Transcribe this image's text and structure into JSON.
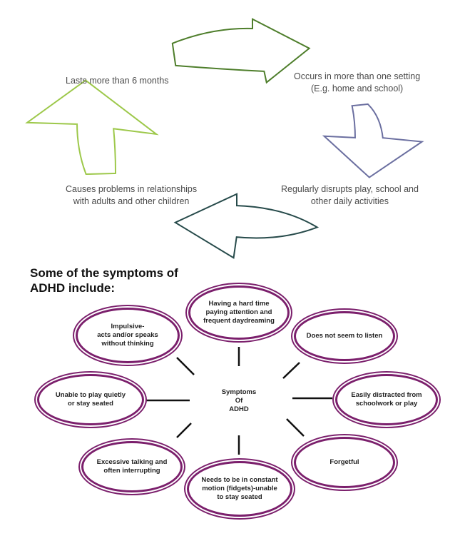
{
  "cycle": {
    "top_left": [
      "Lasts more than 6 months"
    ],
    "top_right": [
      "Occurs in more than one setting",
      "(E.g. home and school)"
    ],
    "bottom_right": [
      "Regularly disrupts play, school and",
      "other daily activities"
    ],
    "bottom_left": [
      "Causes problems in relationships",
      "with adults and other children"
    ]
  },
  "colors": {
    "arrow_top": "#4e7e2b",
    "arrow_right": "#6b6fa0",
    "arrow_bottom": "#264a4a",
    "arrow_left": "#9dc84a",
    "ellipse_border": "#7b1f6c"
  },
  "heading": [
    "Some of the symptoms of",
    "ADHD include:"
  ],
  "center": [
    "Symptoms",
    "Of",
    "ADHD"
  ],
  "symptoms": [
    [
      "Having a hard time",
      "paying attention and",
      "frequent daydreaming"
    ],
    [
      "Does not seem to listen"
    ],
    [
      "Easily distracted from",
      "schoolwork or play"
    ],
    [
      "Forgetful"
    ],
    [
      "Needs to be in constant",
      "motion (fidgets)-unable",
      "to stay seated"
    ],
    [
      "Excessive talking and",
      "often interrupting"
    ],
    [
      "Unable to play quietly",
      "or stay seated"
    ],
    [
      "Impulsive-",
      "acts and/or speaks",
      "without thinking"
    ]
  ]
}
